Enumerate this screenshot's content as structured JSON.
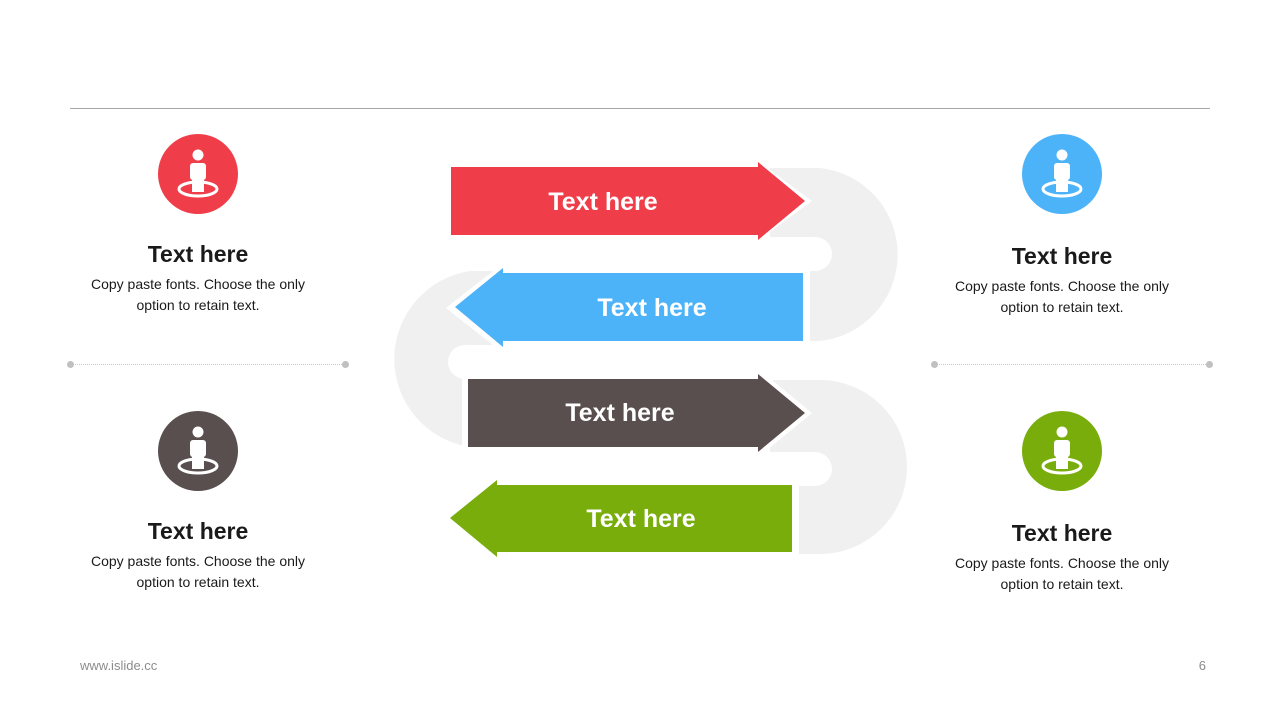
{
  "arrows": [
    {
      "label": "Text here",
      "color": "#ef3d4a",
      "direction": "right"
    },
    {
      "label": "Text here",
      "color": "#4db3f8",
      "direction": "left"
    },
    {
      "label": "Text here",
      "color": "#594f4f",
      "direction": "right"
    },
    {
      "label": "Text here",
      "color": "#78ad0b",
      "direction": "left"
    }
  ],
  "cards": [
    {
      "title": "Text here",
      "body_line1": "Copy paste fonts. Choose the only",
      "body_line2": "option to retain text.",
      "color": "#ef3d4a",
      "icon": "person-location-icon"
    },
    {
      "title": "Text here",
      "body_line1": "Copy paste fonts. Choose the only",
      "body_line2": "option to retain text.",
      "color": "#594f4f",
      "icon": "person-location-icon"
    },
    {
      "title": "Text here",
      "body_line1": "Copy paste fonts. Choose the only",
      "body_line2": "option to retain text.",
      "color": "#4db3f8",
      "icon": "person-location-icon"
    },
    {
      "title": "Text here",
      "body_line1": "Copy paste fonts. Choose the only",
      "body_line2": "option to retain text.",
      "color": "#78ad0b",
      "icon": "person-location-icon"
    }
  ],
  "footer": {
    "url": "www.islide.cc",
    "page_number": "6"
  },
  "colors": {
    "track": "#f0f0f0",
    "rule": "#a6a6a6"
  }
}
